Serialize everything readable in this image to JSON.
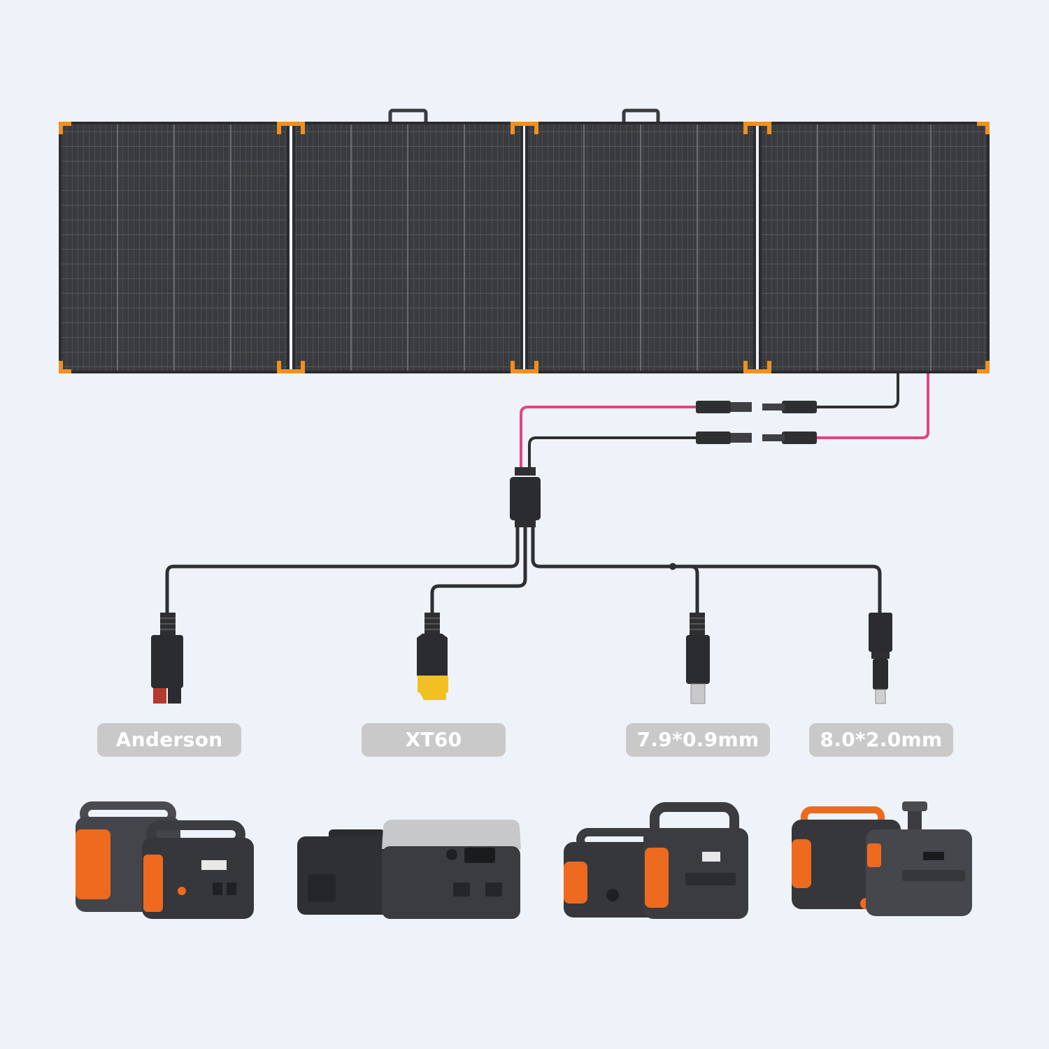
{
  "colors": {
    "background": "#eef3f9",
    "panel": "#3a3b3e",
    "panel_corner": "#f0901e",
    "cable_black": "#2e2f31",
    "cable_pink": "#e0467f",
    "label_bg": "#c9c9c9",
    "label_text": "#ffffff",
    "station_orange": "#ee6a1f",
    "station_dark": "#3a3c40"
  },
  "solar_panel": {
    "panel_count": 4
  },
  "connectors": [
    {
      "id": "anderson",
      "label": "Anderson",
      "icon": "anderson-plug-icon"
    },
    {
      "id": "xt60",
      "label": "XT60",
      "icon": "xt60-plug-icon"
    },
    {
      "id": "dc7909",
      "label": "7.9*0.9mm",
      "icon": "dc-barrel-plug-icon"
    },
    {
      "id": "dc8020",
      "label": "8.0*2.0mm",
      "icon": "dc8020-plug-icon"
    }
  ],
  "stations": [
    {
      "group": "anderson-compatible",
      "icon": "portable-power-station-icon"
    },
    {
      "group": "xt60-compatible",
      "icon": "portable-power-station-icon"
    },
    {
      "group": "dc7909-compatible",
      "icon": "portable-power-station-icon"
    },
    {
      "group": "dc8020-compatible",
      "icon": "portable-power-station-icon"
    }
  ]
}
